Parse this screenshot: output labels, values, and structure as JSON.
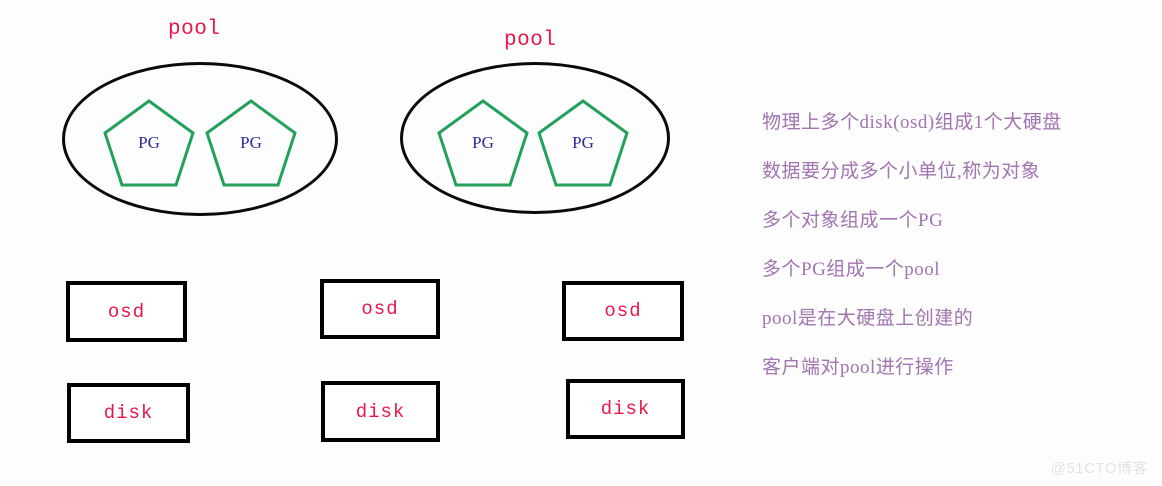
{
  "diagram": {
    "title": "Ceph pool / PG / osd / disk concept diagram",
    "colors": {
      "pool_label": "#e8174a",
      "ellipse_stroke": "#0a0a0a",
      "pentagon_stroke": "#22a05c",
      "pg_label": "#2b2b9e",
      "box_stroke": "#000000",
      "box_label": "#e8174a",
      "note_text": "#a274b0",
      "watermark": "#e3e3e6",
      "background": "#fdfdfd"
    },
    "pools": [
      {
        "label": "pool",
        "pgs": [
          {
            "label": "PG"
          },
          {
            "label": "PG"
          }
        ]
      },
      {
        "label": "pool",
        "pgs": [
          {
            "label": "PG"
          },
          {
            "label": "PG"
          }
        ]
      }
    ],
    "node_columns": [
      {
        "osd": "osd",
        "disk": "disk"
      },
      {
        "osd": "osd",
        "disk": "disk"
      },
      {
        "osd": "osd",
        "disk": "disk"
      }
    ],
    "notes": [
      "物理上多个disk(osd)组成1个大硬盘",
      "数据要分成多个小单位,称为对象",
      "多个对象组成一个PG",
      "多个PG组成一个pool",
      "pool是在大硬盘上创建的",
      "客户端对pool进行操作"
    ],
    "watermark": "@51CTO博客"
  }
}
